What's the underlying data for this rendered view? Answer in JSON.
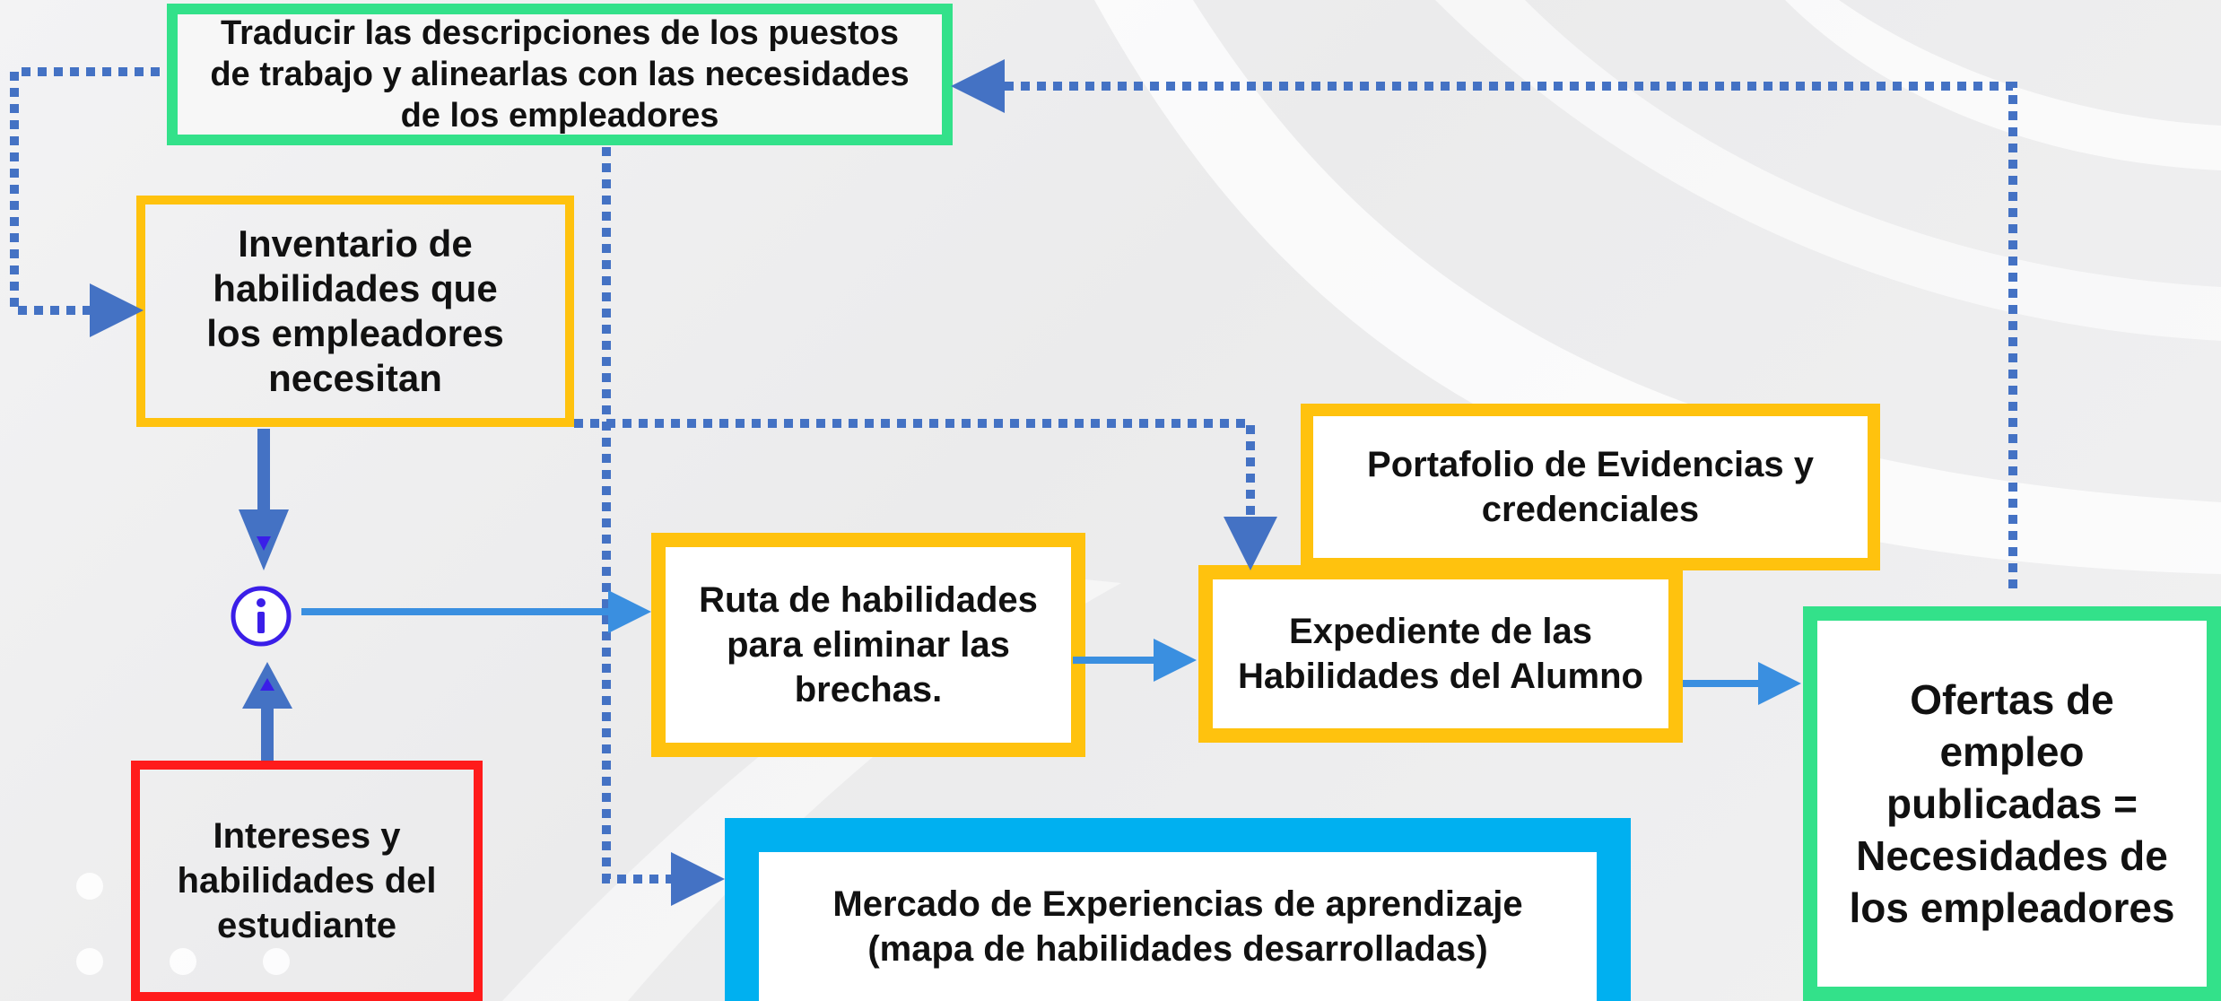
{
  "diagram": {
    "nodes": {
      "traducir": {
        "label": "Traducir las descripciones de los puestos\nde trabajo y alinearlas con las necesidades\nde los empleadores",
        "border_color": "#33e18a"
      },
      "inventario": {
        "label": "Inventario de\nhabilidades que\nlos empleadores\nnecesitan",
        "border_color": "#ffc20e"
      },
      "intereses": {
        "label": "Intereses y\nhabilidades del\nestudiante",
        "border_color": "#ff1b1b"
      },
      "ruta": {
        "label": "Ruta de habilidades\npara eliminar las\nbrechas.",
        "border_color": "#ffc20e"
      },
      "portafolio": {
        "label": "Portafolio de Evidencias y\ncredenciales",
        "border_color": "#ffc20e"
      },
      "expediente": {
        "label": "Expediente de las\nHabilidades del Alumno",
        "border_color": "#ffc20e"
      },
      "ofertas": {
        "label": "Ofertas de\nempleo\npublicadas =\nNecesidades de\nlos empleadores",
        "border_color": "#33e18a"
      },
      "mercado": {
        "label": "Mercado de Experiencias de aprendizaje\n(mapa de habilidades desarrolladas)",
        "border_color": "#00b0f0"
      }
    },
    "icons": {
      "info": {
        "name": "info-icon",
        "color": "#3a1ee8"
      }
    },
    "edges": [
      {
        "from": "traducir",
        "to": "inventario",
        "style": "dotted"
      },
      {
        "from": "ofertas",
        "to": "traducir",
        "style": "dotted"
      },
      {
        "from": "traducir",
        "to": "mercado",
        "style": "dotted"
      },
      {
        "from": "inventario",
        "to": "expediente",
        "style": "dotted"
      },
      {
        "from": "inventario",
        "to": "info",
        "style": "solid"
      },
      {
        "from": "intereses",
        "to": "info",
        "style": "solid"
      },
      {
        "from": "info",
        "to": "ruta",
        "style": "solid"
      },
      {
        "from": "ruta",
        "to": "expediente",
        "style": "solid"
      },
      {
        "from": "expediente",
        "to": "ofertas",
        "style": "solid"
      }
    ],
    "colors": {
      "dotted_connector": "#4472c4",
      "solid_connector": "#3a8fe0",
      "vertical_connector": "#4472c4"
    }
  }
}
